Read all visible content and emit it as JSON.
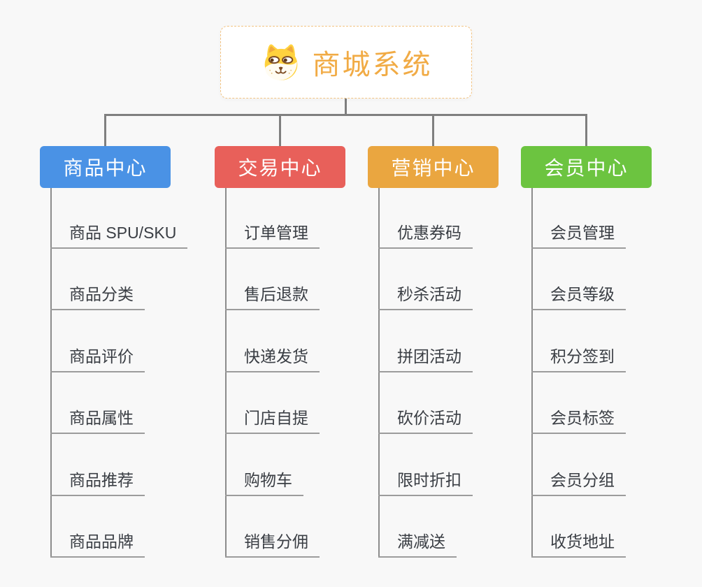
{
  "root": {
    "title": "商城系统",
    "icon": "shiba-dog-icon"
  },
  "branches": [
    {
      "label": "商品中心",
      "color": "#4a92e5",
      "items": [
        "商品 SPU/SKU",
        "商品分类",
        "商品评价",
        "商品属性",
        "商品推荐",
        "商品品牌"
      ]
    },
    {
      "label": "交易中心",
      "color": "#e8605a",
      "items": [
        "订单管理",
        "售后退款",
        "快递发货",
        "门店自提",
        "购物车",
        "销售分佣"
      ]
    },
    {
      "label": "营销中心",
      "color": "#eaa640",
      "items": [
        "优惠券码",
        "秒杀活动",
        "拼团活动",
        "砍价活动",
        "限时折扣",
        "满减送"
      ]
    },
    {
      "label": "会员中心",
      "color": "#6cc440",
      "items": [
        "会员管理",
        "会员等级",
        "积分签到",
        "会员标签",
        "会员分组",
        "收货地址"
      ]
    }
  ],
  "colors": {
    "background": "#f8f8f8",
    "connector_line": "#7f7f7f",
    "branch_line": "#8c8c8c",
    "leaf_underline": "#9c9c9c",
    "root_accent": "#f1ab45",
    "root_border": "#f2c382",
    "leaf_text": "#3a3e44"
  }
}
